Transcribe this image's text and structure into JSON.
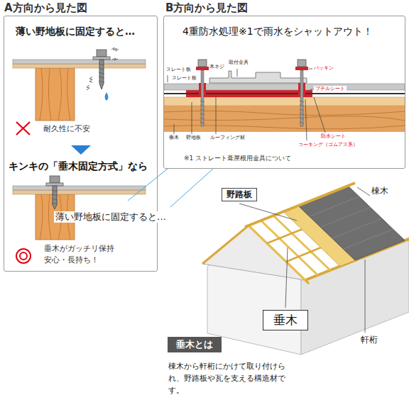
{
  "diagram": {
    "nodes": [
      {
        "text": [
          "A方向から見た図",
          "薄い野地板に固定すると…",
          "耐久性に不安",
          "キンキの「垂木固定方式」なら",
          "垂木がガッチリ保持 安心・長持ち！"
        ]
      },
      {
        "text": [
          "B方向から見た図",
          "4重防水処理※1で雨水をシャットアウト！",
          "※1 ストレート葺屋根用金具について"
        ]
      },
      {
        "text": [
          "野路板"
        ]
      },
      {
        "text": [
          "垂木"
        ]
      },
      {
        "text": [
          "垂木とは"
        ]
      }
    ],
    "labels": [
      "薄い野地板に固定すると…",
      "取付金具",
      "スレート板",
      "木ネジ",
      "スレート板",
      "パッキン",
      "ブチルシート",
      "垂木",
      "野地板",
      "ルーフィング材",
      "防水シート",
      "コーキング（ゴムアス系）",
      "棟木",
      "軒桁",
      "棟木から軒桁にかけて取り付けられ、野路板や瓦を支える構造材です。"
    ]
  }
}
